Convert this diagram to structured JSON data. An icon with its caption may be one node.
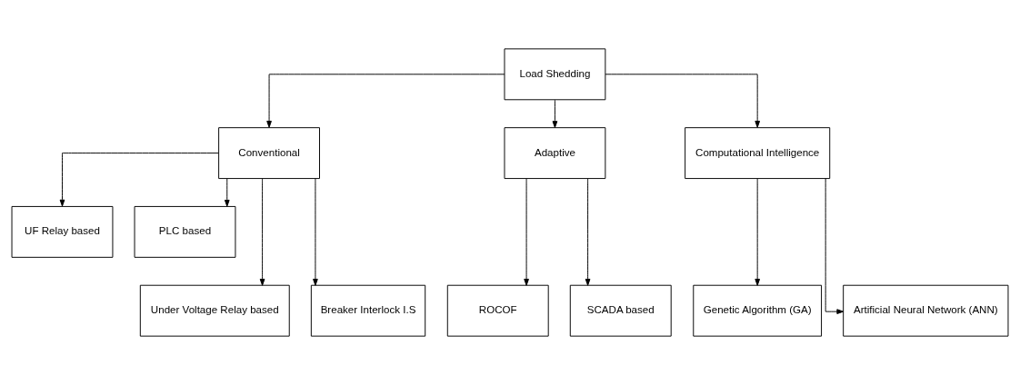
{
  "diagram": {
    "nodes": [
      {
        "text": [
          "Load Shedding"
        ]
      },
      {
        "text": [
          "Conventional"
        ]
      },
      {
        "text": [
          "Adaptive"
        ]
      },
      {
        "text": [
          "Computational Intelligence"
        ]
      },
      {
        "text": [
          "UF Relay based"
        ]
      },
      {
        "text": [
          "PLC based"
        ]
      },
      {
        "text": [
          "Under Voltage Relay based"
        ]
      },
      {
        "text": [
          "Breaker Interlock I.S"
        ]
      },
      {
        "text": [
          "ROCOF"
        ]
      },
      {
        "text": [
          "SCADA based"
        ]
      },
      {
        "text": [
          "Genetic Algorithm (GA)"
        ]
      },
      {
        "text": [
          "Artificial Neural Network (ANN)"
        ]
      }
    ],
    "edges": [
      {
        "from": 0,
        "to": 1,
        "arrow": "to"
      },
      {
        "from": 0,
        "to": 2,
        "arrow": "to"
      },
      {
        "from": 0,
        "to": 3,
        "arrow": "to"
      },
      {
        "from": 1,
        "to": 4,
        "arrow": "to"
      },
      {
        "from": 1,
        "to": 5,
        "arrow": "to"
      },
      {
        "from": 1,
        "to": 6,
        "arrow": "to"
      },
      {
        "from": 1,
        "to": 7,
        "arrow": "to"
      },
      {
        "from": 2,
        "to": 8,
        "arrow": "to"
      },
      {
        "from": 2,
        "to": 9,
        "arrow": "to"
      },
      {
        "from": 3,
        "to": 10,
        "arrow": "to"
      },
      {
        "from": 3,
        "to": 11,
        "arrow": "to"
      }
    ]
  }
}
